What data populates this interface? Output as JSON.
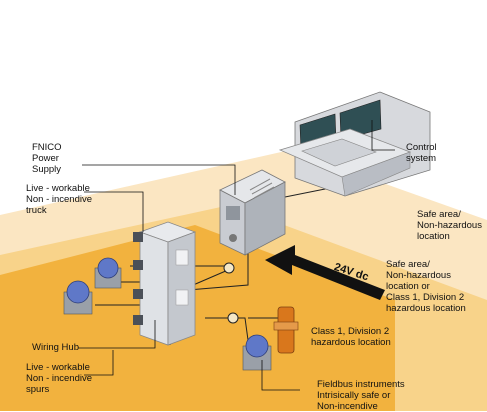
{
  "labels": {
    "power_supply": "FNICO\nPower\nSupply",
    "live_truck": "Live - workable\nNon - incendive\ntruck",
    "control_system": "Control\nsystem",
    "safe_area": "Safe area/\nNon-hazardous\nlocation",
    "div2_area": "Safe area/\nNon-hazardous\nlocation or\nClass 1, Division 2\nhazardous location",
    "class1_div2": "Class 1, Division 2\nhazardous location",
    "wiring_hub": "Wiring Hub",
    "live_spurs": "Live - workable\nNon - incendive\nspurs",
    "fieldbus": "Fieldbus instruments\nIntrisically safe or\nNon-incendive",
    "voltage": "24V dc"
  },
  "colors": {
    "zone_safe": "#fbe6c2",
    "zone_div2": "#f8d38a",
    "zone_hazard": "#f2b23e",
    "device_gray": "#d6d9de",
    "device_dark": "#9aa0a8",
    "arrow": "#111111",
    "instrument_blue": "#5f78c8",
    "instrument_orange": "#d9771c"
  }
}
